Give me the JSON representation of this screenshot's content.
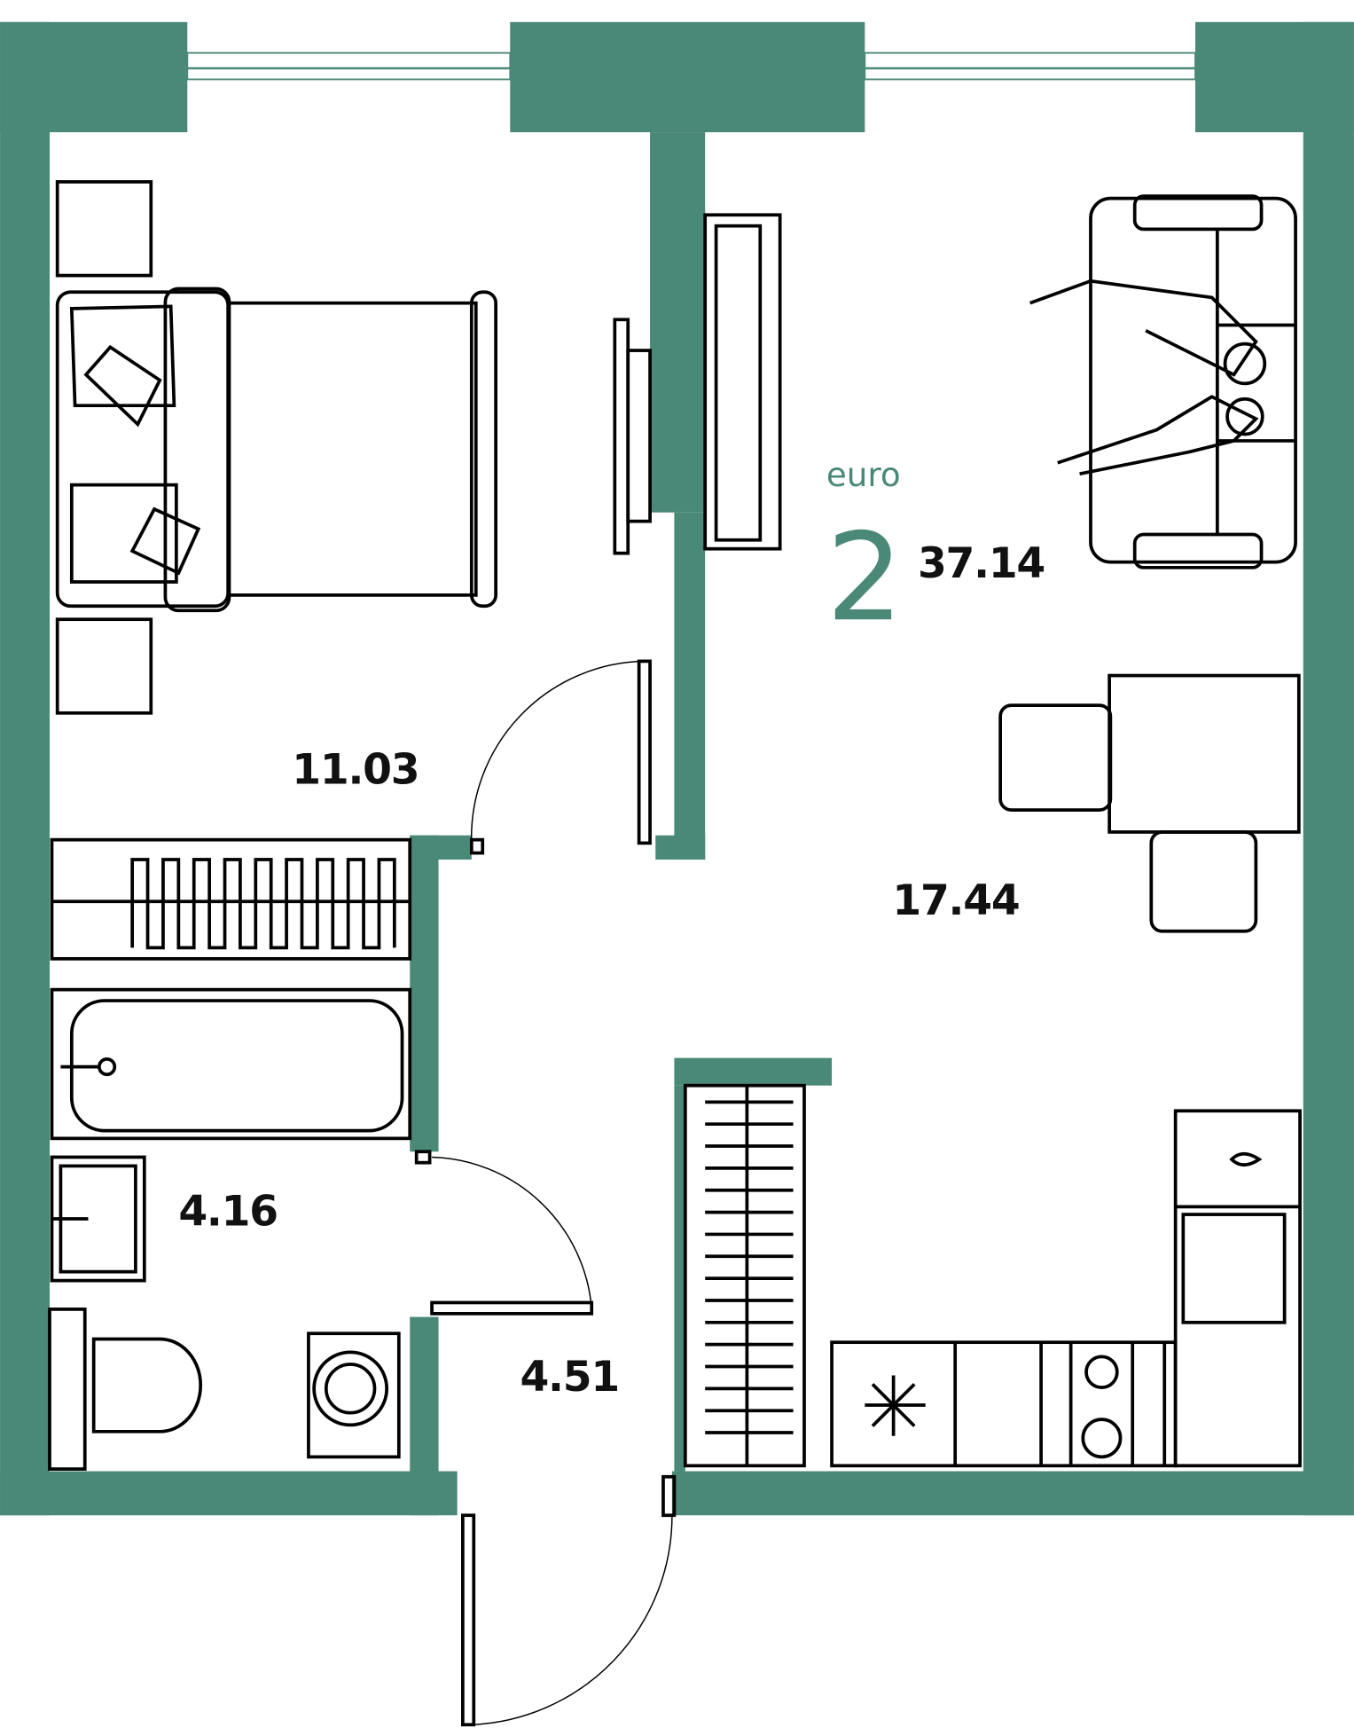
{
  "plan": {
    "type_label": "euro",
    "rooms_count": "2",
    "total_area": "37.14",
    "accent_color": "#4a8878",
    "rooms": [
      {
        "name": "bedroom",
        "area": "11.03"
      },
      {
        "name": "living-kitchen",
        "area": "17.44"
      },
      {
        "name": "bathroom",
        "area": "4.16"
      },
      {
        "name": "hallway",
        "area": "4.51"
      }
    ]
  }
}
